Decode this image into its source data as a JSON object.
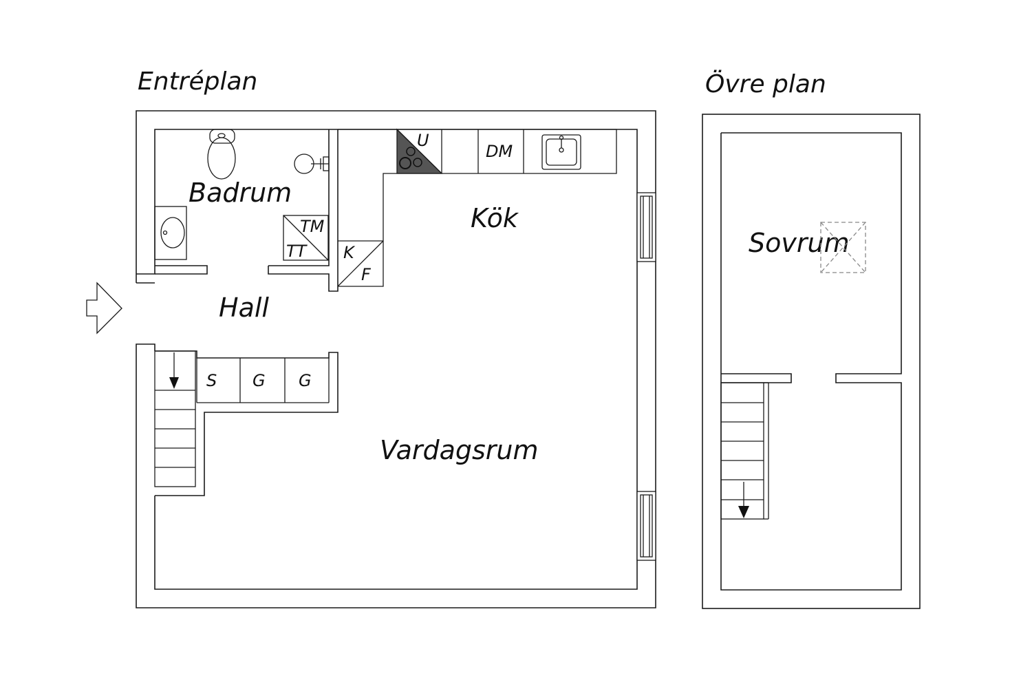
{
  "plans": {
    "ground": {
      "title": "Entréplan"
    },
    "upper": {
      "title": "Övre plan"
    }
  },
  "rooms": {
    "bathroom": "Badrum",
    "kitchen": "Kök",
    "hall": "Hall",
    "living": "Vardagsrum",
    "bedroom": "Sovrum"
  },
  "fixtures": {
    "oven": "U",
    "dishwasher": "DM",
    "washer": "TM",
    "dryer": "TT",
    "fridge": "K",
    "freezer": "F",
    "storage_s": "S",
    "storage_g1": "G",
    "storage_g2": "G"
  },
  "icons": {
    "entrance": "entrance-arrow-icon",
    "stairs_down": "arrow-down-icon",
    "skylight": "skylight-icon"
  },
  "colors": {
    "line": "#1a1a1a",
    "background": "#ffffff",
    "stove": "#555555",
    "skylight": "#888888"
  }
}
